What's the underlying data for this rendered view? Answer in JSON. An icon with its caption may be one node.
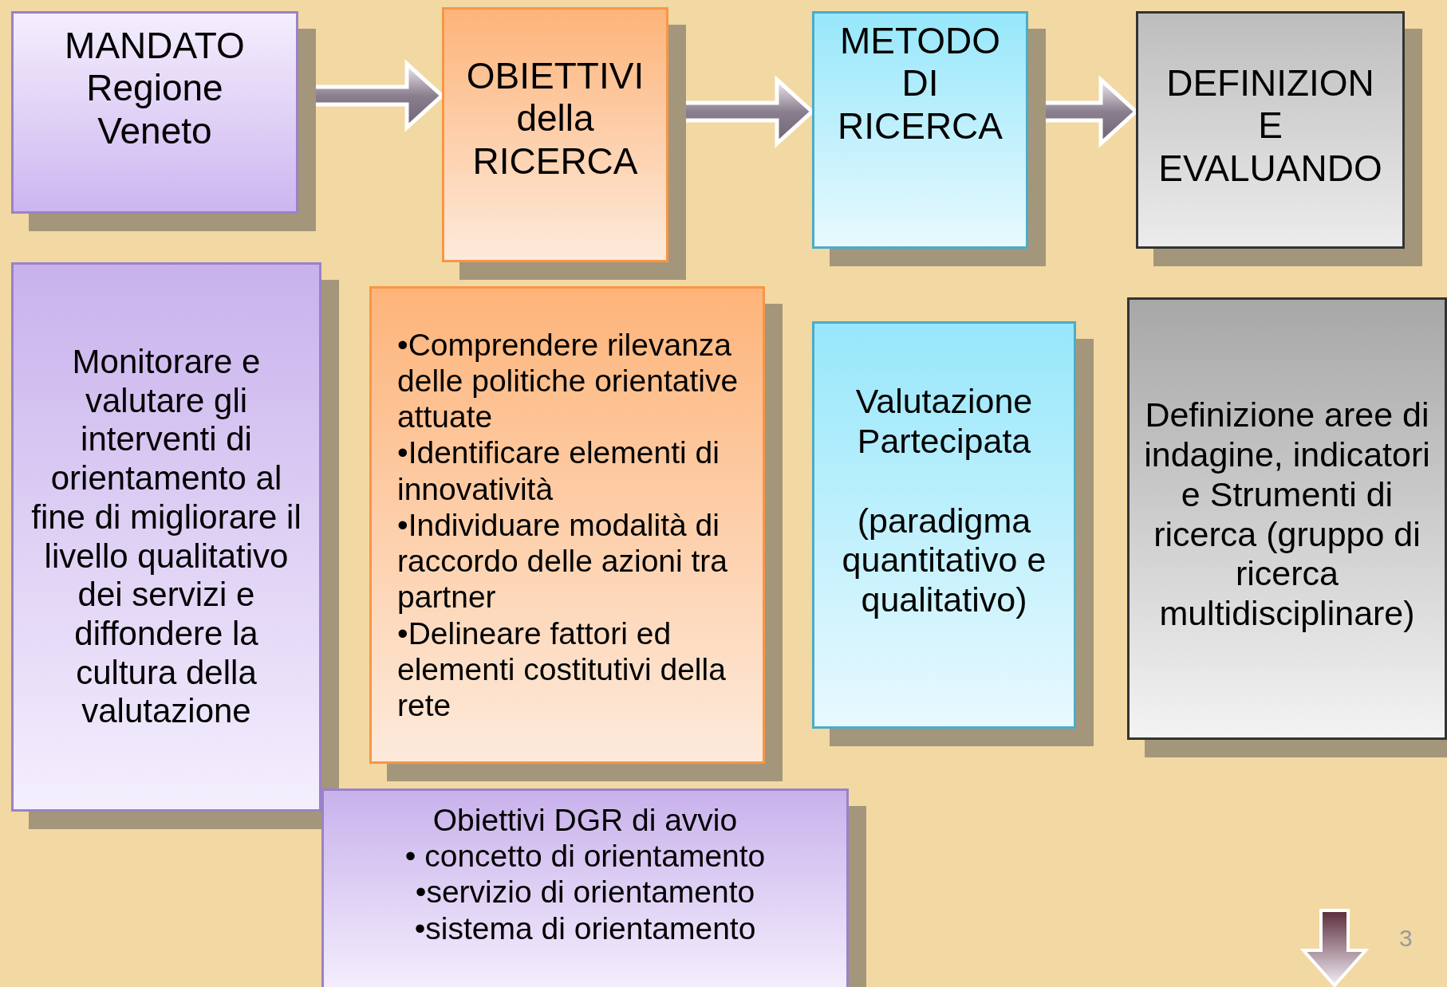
{
  "diagram": {
    "nodes": [
      {
        "text": [
          "MANDATO Regione Veneto"
        ]
      },
      {
        "text": [
          "OBIETTIVI della RICERCA"
        ]
      },
      {
        "text": [
          "METODO DI RICERCA"
        ]
      },
      {
        "text": [
          "DEFINIZION E EVALUANDO"
        ]
      },
      {
        "text": [
          "Monitorare e valutare gli interventi di orientamento al fine di migliorare il livello qualitativo dei servizi e diffondere la cultura della valutazione"
        ]
      },
      {
        "text": [
          "•Comprendere rilevanza delle politiche orientative attuate",
          "•Identificare elementi di innovatività",
          "•Individuare modalità di raccordo delle azioni tra partner",
          "•Delineare fattori ed elementi costitutivi della rete"
        ]
      },
      {
        "text": [
          "Valutazione Partecipata",
          "(paradigma quantitativo e qualitativo)"
        ]
      },
      {
        "text": [
          "Definizione aree di indagine, indicatori e Strumenti di ricerca (gruppo di ricerca multidisciplinare)"
        ]
      },
      {
        "text": [
          "Obiettivi DGR di avvio",
          "• concetto di orientamento",
          "•servizio di orientamento",
          "•sistema di orientamento"
        ]
      }
    ],
    "edges": [
      {
        "from": 0,
        "to": 1,
        "arrow": "to"
      },
      {
        "from": 1,
        "to": 2,
        "arrow": "to"
      },
      {
        "from": 2,
        "to": 3,
        "arrow": "to"
      }
    ],
    "labels": [
      "3"
    ]
  }
}
